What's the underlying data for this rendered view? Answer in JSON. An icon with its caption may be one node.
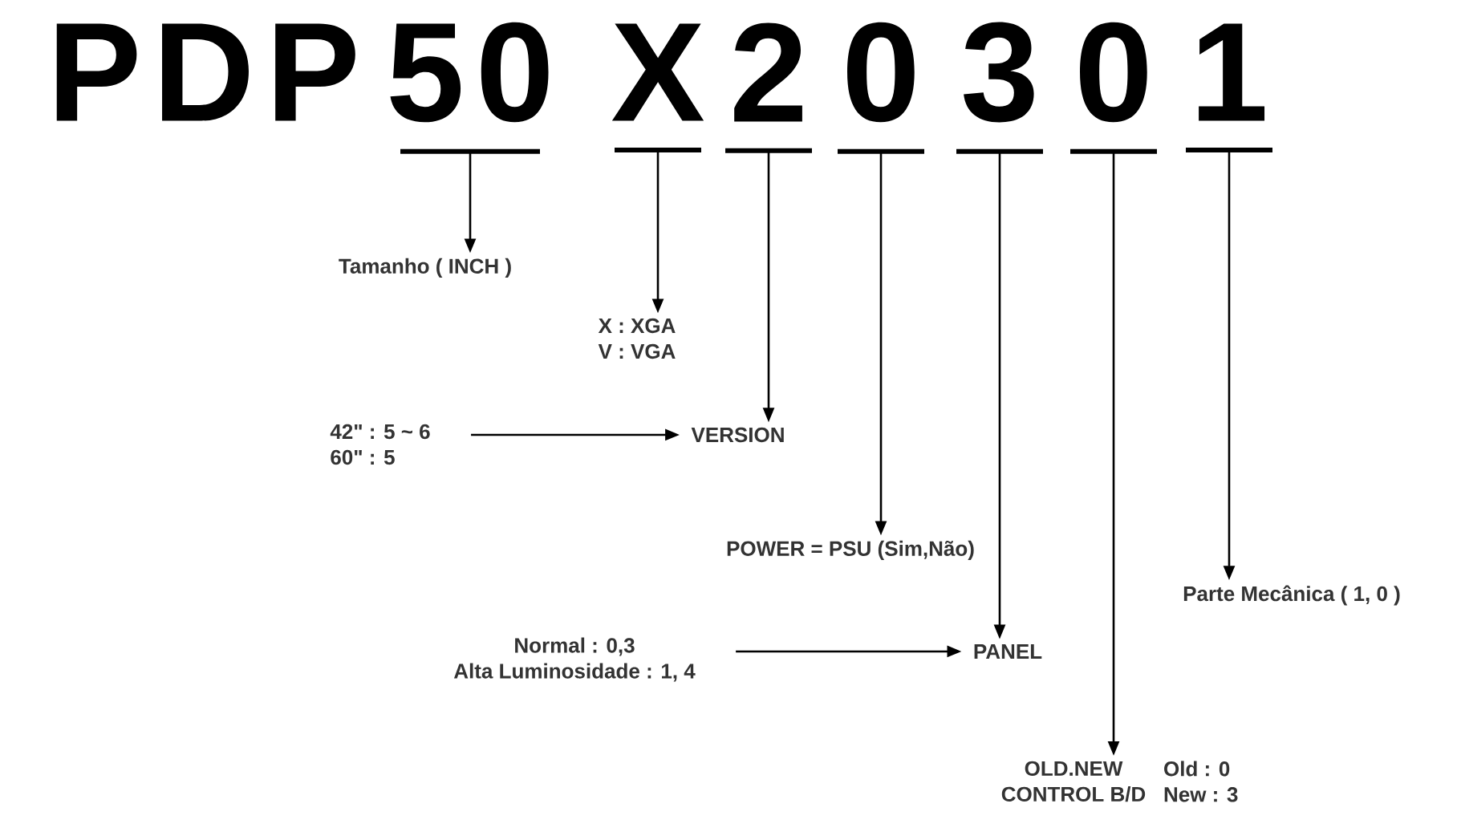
{
  "diagram": {
    "nodes": [
      {
        "text": [
          "50"
        ]
      },
      {
        "text": [
          "X"
        ]
      },
      {
        "text": [
          "2"
        ]
      },
      {
        "text": [
          "0"
        ]
      },
      {
        "text": [
          "3"
        ]
      },
      {
        "text": [
          "0"
        ]
      },
      {
        "text": [
          "1"
        ]
      },
      {
        "text": [
          "Tamanho ( INCH )"
        ]
      },
      {
        "text": [
          "X : XGA",
          "V : VGA"
        ]
      },
      {
        "text": [
          "VERSION"
        ]
      },
      {
        "text": [
          "42\" : 5 ~ 6",
          "60\" : 5"
        ]
      },
      {
        "text": [
          "POWER = PSU (Sim,Não)"
        ]
      },
      {
        "text": [
          "PANEL"
        ]
      },
      {
        "text": [
          "Normal : 0,3",
          "Alta Luminosidade : 1, 4"
        ]
      },
      {
        "text": [
          "OLD.NEW CONTROL B/D",
          "Old : 0",
          "New : 3"
        ]
      },
      {
        "text": [
          "Parte Mecânica ( 1, 0 )"
        ]
      }
    ],
    "edges": [
      {
        "from": 0,
        "to": 7,
        "arrow": "to"
      },
      {
        "from": 1,
        "to": 8,
        "arrow": "to"
      },
      {
        "from": 2,
        "to": 9,
        "arrow": "to"
      },
      {
        "from": 3,
        "to": 11,
        "arrow": "to"
      },
      {
        "from": 4,
        "to": 12,
        "arrow": "to"
      },
      {
        "from": 5,
        "to": 14,
        "arrow": "to"
      },
      {
        "from": 6,
        "to": 15,
        "arrow": "to"
      },
      {
        "from": 10,
        "to": 9,
        "arrow": "to"
      },
      {
        "from": 13,
        "to": 12,
        "arrow": "to"
      }
    ],
    "labels": [
      "PDP"
    ]
  }
}
